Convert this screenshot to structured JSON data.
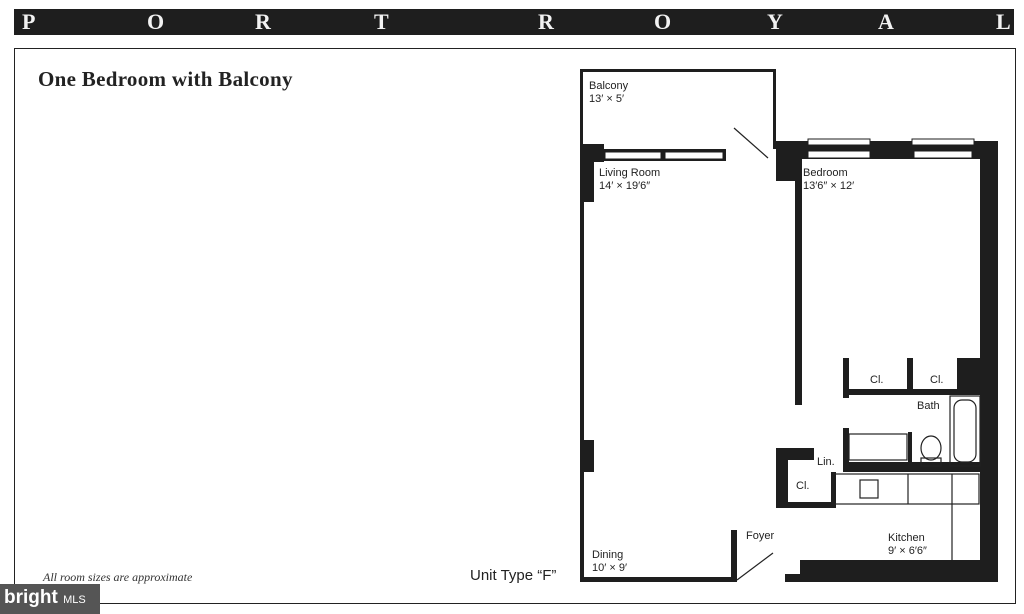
{
  "banner": {
    "letters": [
      "P",
      "O",
      "R",
      "T",
      "R",
      "O",
      "Y",
      "A",
      "L"
    ]
  },
  "title": "One Bedroom with Balcony",
  "note": "All room sizes are approximate",
  "unit_type": "Unit Type “F”",
  "rooms": {
    "balcony": {
      "name": "Balcony",
      "size": "13′ × 5′"
    },
    "living": {
      "name": "Living Room",
      "size": "14′ × 19′6″"
    },
    "bedroom": {
      "name": "Bedroom",
      "size": "13′6″ × 12′"
    },
    "closet1": {
      "name": "Cl."
    },
    "closet2": {
      "name": "Cl."
    },
    "bath": {
      "name": "Bath"
    },
    "linen": {
      "name": "Lin."
    },
    "closet3": {
      "name": "Cl."
    },
    "foyer": {
      "name": "Foyer"
    },
    "kitchen": {
      "name": "Kitchen",
      "size": "9′ × 6′6″"
    },
    "dining": {
      "name": "Dining",
      "size": "10′ × 9′"
    }
  },
  "watermark": {
    "brand": "bright",
    "suffix": "MLS"
  },
  "colors": {
    "wall": "#1e1e1e",
    "banner": "#1e1e1e",
    "line": "#222222"
  }
}
